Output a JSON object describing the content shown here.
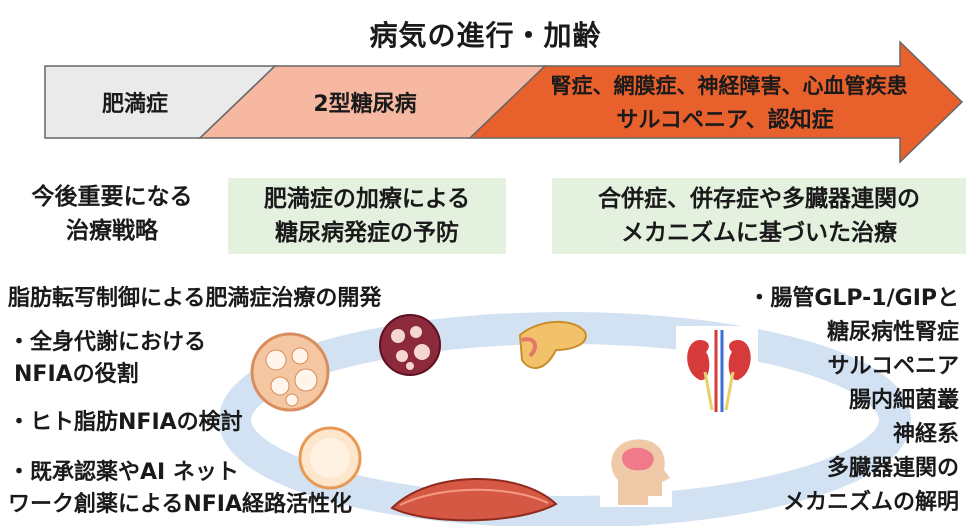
{
  "title": "病気の進行・加齢",
  "stages": {
    "s1": "肥満症",
    "s2": "2型糖尿病",
    "s3_line1": "腎症、網膜症、神経障害、心血管疾患",
    "s3_line2": "サルコペニア、認知症"
  },
  "strategy": {
    "label_line1": "今後重要になる",
    "label_line2": "治療戦略",
    "prevent_line1": "肥満症の加療による",
    "prevent_line2": "糖尿病発症の予防",
    "complication_line1": "合併症、併存症や多臓器連関の",
    "complication_line2": "メカニズムに基づいた治療"
  },
  "left_text": {
    "l1": "脂肪転写制御による肥満症治療の開発",
    "l2": "・全身代謝における",
    "l3": "NFIAの役割",
    "l4": "・ヒト脂肪NFIAの検討",
    "l5": "・既承認薬やAI ネット",
    "l6": "ワーク創薬によるNFIA経路活性化"
  },
  "right_text": {
    "r1": "・腸管GLP-1/GIPと",
    "r2": "糖尿病性腎症",
    "r3": "サルコペニア",
    "r4": "腸内細菌叢",
    "r5": "神経系",
    "r6": "多臓器連関の",
    "r7": "メカニズムの解明"
  },
  "colors": {
    "stage1": "#eaeaea",
    "stage2": "#f6b8a0",
    "stage3": "#e8602c",
    "green_box": "#e4f1df",
    "ring": "#d2e2f2"
  },
  "icons": [
    "adipose-tissue-icon",
    "fatty-tissue-icon",
    "pancreas-icon",
    "kidney-icon",
    "brain-head-icon",
    "fat-cell-icon",
    "muscle-icon"
  ]
}
